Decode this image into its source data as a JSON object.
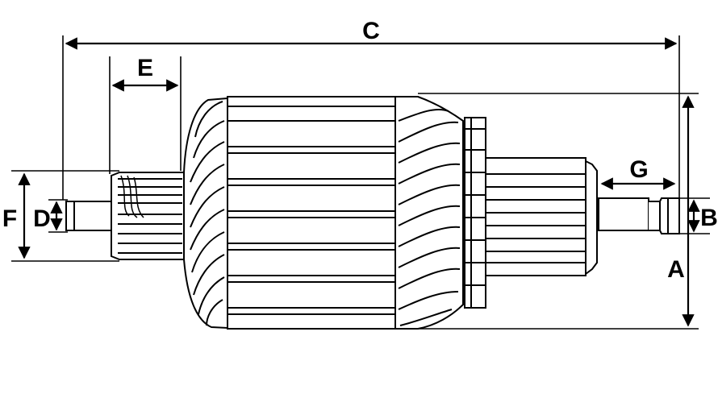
{
  "diagram": {
    "labels": {
      "a": "A",
      "b": "B",
      "c": "C",
      "d": "D",
      "e": "E",
      "f": "F",
      "g": "G"
    },
    "colors": {
      "line": "#000000",
      "background": "#ffffff"
    }
  }
}
